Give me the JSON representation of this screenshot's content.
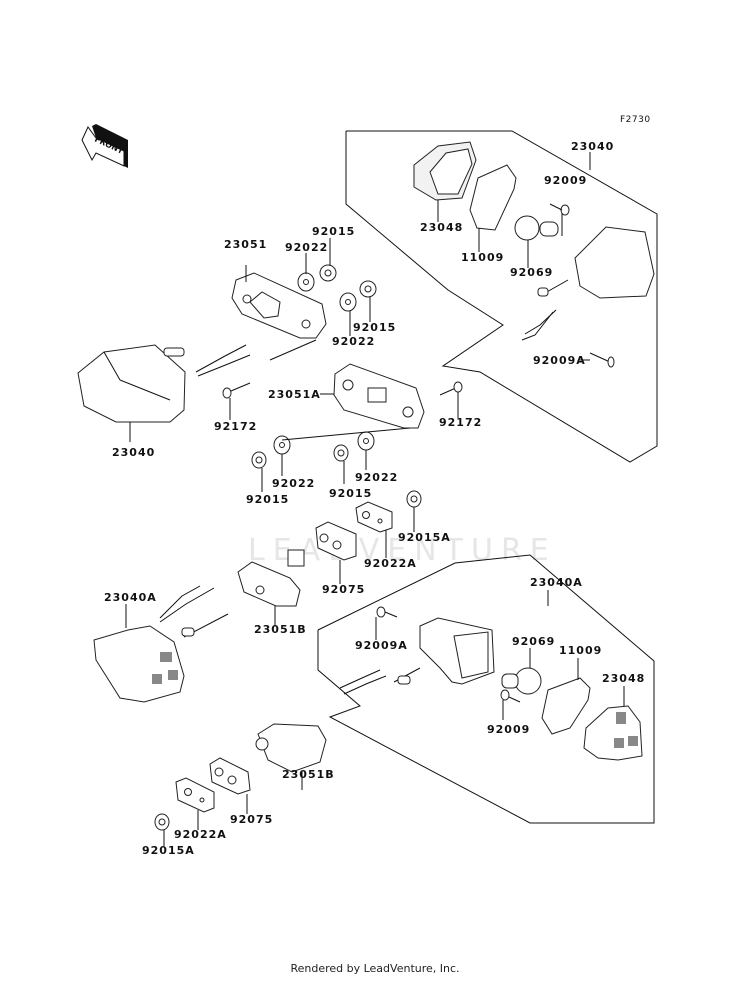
{
  "figure_code": "F2730",
  "front_arrow_label": "FRONT",
  "watermark": "LEADVENTURE",
  "footer": "Rendered by LeadVenture, Inc.",
  "labels": {
    "l23040_top": "23040",
    "l23048_top": "23048",
    "l11009_top": "11009",
    "l92009_top": "92009",
    "l92069_top": "92069",
    "l92009A_top": "92009A",
    "l23051": "23051",
    "l92022_a": "92022",
    "l92015_a": "92015",
    "l92015_b": "92015",
    "l92022_b": "92022",
    "l23040_left": "23040",
    "l92172_left": "92172",
    "l23051A": "23051A",
    "l92172_right": "92172",
    "l92015_c": "92015",
    "l92022_c": "92022",
    "l92015_d": "92015",
    "l92022_d": "92022",
    "l92015A_top": "92015A",
    "l92022A_top": "92022A",
    "l92075_top": "92075",
    "l23040A_left": "23040A",
    "l23051B_top": "23051B",
    "l23040A_right": "23040A",
    "l92009A_bottom": "92009A",
    "l92069_bottom": "92069",
    "l11009_bottom": "11009",
    "l23048_bottom": "23048",
    "l92009_bottom": "92009",
    "l23051B_bottom": "23051B",
    "l92022A_bottom": "92022A",
    "l92075_bottom": "92075",
    "l92015A_bottom": "92015A"
  }
}
